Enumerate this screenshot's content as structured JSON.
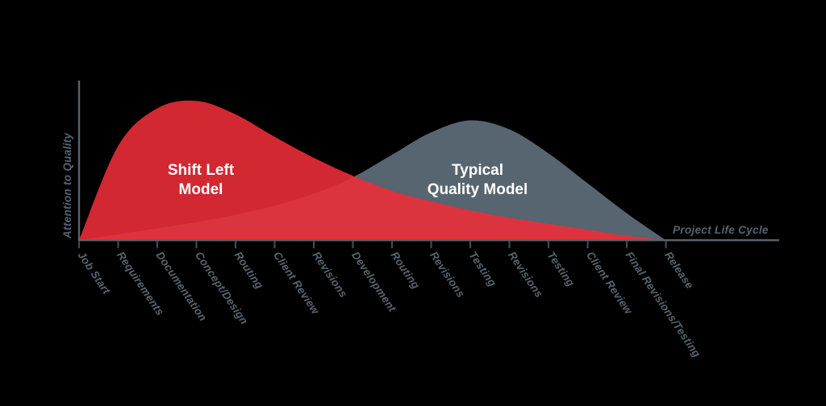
{
  "chart_data": {
    "type": "area",
    "title": "",
    "xlabel": "Project Life Cycle",
    "ylabel": "Attention to Quality",
    "grid": false,
    "legend_position": "inline-annotations",
    "background": "#000000",
    "categories": [
      "Job Start",
      "Requirements",
      "Documentation",
      "Concept/Design",
      "Routing",
      "Client Review",
      "Revisions",
      "Development",
      "Routing",
      "Revisions",
      "Testing",
      "Revisions",
      "Testing",
      "Client Review",
      "Final Revisions/Testing",
      "Release"
    ],
    "x": [
      0,
      1,
      2,
      3,
      4,
      5,
      6,
      7,
      8,
      9,
      10,
      11,
      12,
      13,
      14,
      15
    ],
    "ylim": [
      0,
      100
    ],
    "xlim": [
      0,
      15
    ],
    "series": [
      {
        "name": "Shift Left Model",
        "color": "#EE2E38",
        "label_color": "#FFFFFF",
        "values": [
          0,
          63,
          88,
          93,
          84,
          69,
          55,
          43,
          33,
          26,
          20,
          15,
          11,
          7,
          3,
          0
        ]
      },
      {
        "name": "Typical Quality Model",
        "color": "#56656F",
        "label_color": "#FFFFFF",
        "values": [
          0,
          4,
          8,
          12,
          17,
          23,
          31,
          42,
          57,
          72,
          80,
          74,
          58,
          38,
          18,
          0
        ]
      }
    ],
    "overlap_color": "#CC3B41",
    "annotations": [
      {
        "text": "Shift Left",
        "text2": "Model",
        "series": "Shift Left Model"
      },
      {
        "text": "Typical",
        "text2": "Quality Model",
        "series": "Typical Quality Model"
      }
    ]
  },
  "axes": {
    "y_title": "Attention to Quality",
    "x_title": "Project Life Cycle",
    "axis_color": "#56656F",
    "tick_color": "#3E4B55"
  },
  "labels": {
    "shift_left_line1": "Shift Left",
    "shift_left_line2": "Model",
    "typical_line1": "Typical",
    "typical_line2": "Quality Model"
  },
  "ticks": [
    "Job Start",
    "Requirements",
    "Documentation",
    "Concept/Design",
    "Routing",
    "Client Review",
    "Revisions",
    "Development",
    "Routing",
    "Revisions",
    "Testing",
    "Revisions",
    "Testing",
    "Client Review",
    "Final Revisions/Testing",
    "Release"
  ]
}
